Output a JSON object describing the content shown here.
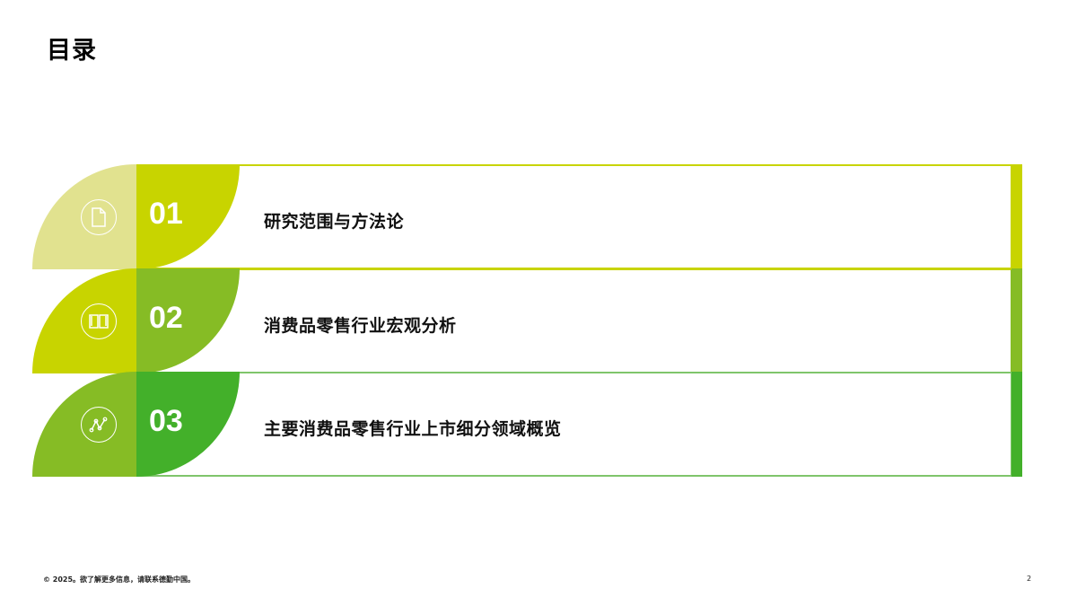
{
  "page": {
    "title": "目录"
  },
  "colors": {
    "lime": "#c8d400",
    "pale": "#e1e28f",
    "mid": "#86bc25",
    "green": "#43b02a"
  },
  "sections": [
    {
      "number": "01",
      "label": "研究范围与方法论",
      "icon": "document-icon"
    },
    {
      "number": "02",
      "label": "消费品零售行业宏观分析",
      "icon": "book-icon"
    },
    {
      "number": "03",
      "label": "主要消费品零售行业上市细分领域概览",
      "icon": "chart-line-icon"
    }
  ],
  "footer": {
    "text": "© 2025。欲了解更多信息，请联系德勤中国。",
    "page_number": "2"
  }
}
